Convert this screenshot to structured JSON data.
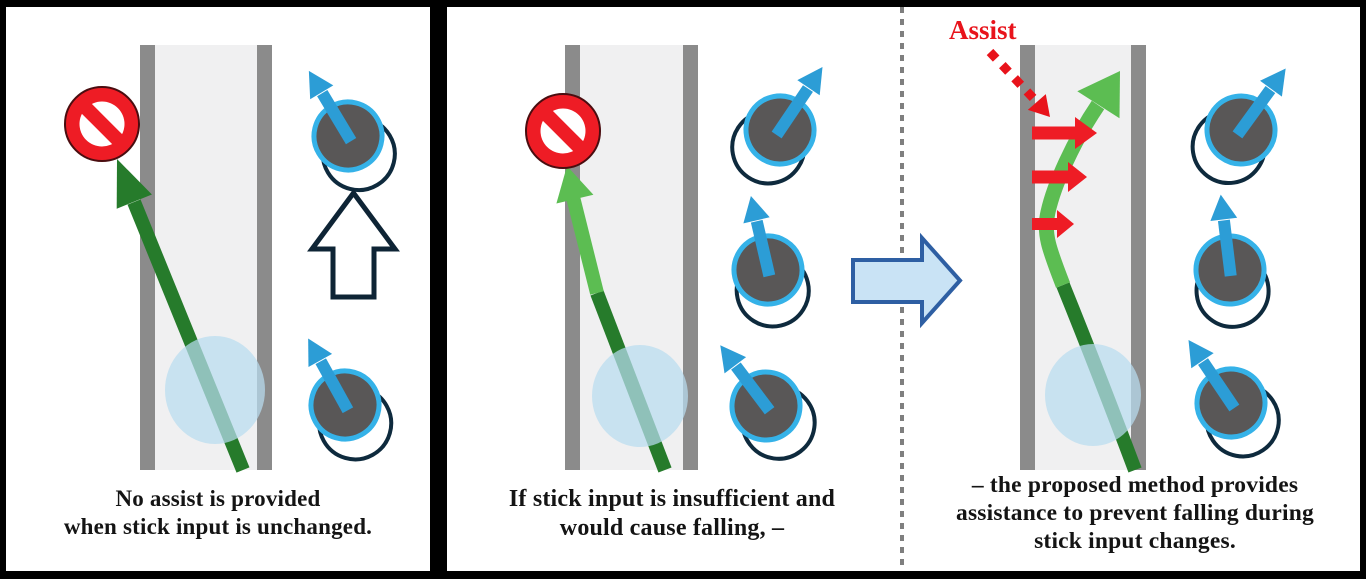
{
  "figure_type": "three-panel explanatory diagram of a stick-input assist method",
  "assist_label": "Assist",
  "panels": [
    {
      "name": "no-assist",
      "caption": "No assist is provided\nwhen stick input is unchanged.",
      "stick_inputs": [
        "up-left",
        "up-left"
      ],
      "symbols": [
        "no-entry-sign",
        "straight-dark-green-trajectory",
        "hollow-up-arrow",
        "footprint-ellipse"
      ]
    },
    {
      "name": "insufficient-input",
      "caption": "If stick input is insufficient and\nwould cause falling, –",
      "stick_inputs": [
        "up-left",
        "up",
        "up-right"
      ],
      "symbols": [
        "no-entry-sign",
        "curved-green-trajectory",
        "footprint-ellipse"
      ]
    },
    {
      "name": "proposed-method",
      "caption": "– the proposed method provides\nassistance to prevent falling during\nstick input changes.",
      "stick_inputs": [
        "up-left",
        "up",
        "up-right"
      ],
      "symbols": [
        "assist-dotted-arrow",
        "three-red-assist-force-arrows",
        "s-curved-green-trajectory",
        "footprint-ellipse"
      ]
    }
  ],
  "icons": {
    "no_entry": "red circle with white center and red diagonal slash",
    "joystick": "gray stick cap with cyan rim inside navy neutral ring, blue direction arrow",
    "hollow_up_arrow": "white block arrow with navy outline meaning unchanged over time",
    "transition_arrow": "large light-blue right block arrow between scenarios",
    "divider": "vertical gray dotted line"
  },
  "colors": {
    "dark_green": "#267b2b",
    "light_green": "#5cbd52",
    "red": "#ee1c25",
    "assist_red": "#e8131b",
    "stick_blue": "#2c9dd6",
    "cap_rim_blue": "#35b2e8",
    "cap_gray": "#595757",
    "ring_navy": "#0e2a3d",
    "road_surface": "#f0f0f1",
    "road_edge": "#8b8b8b",
    "footprint_blue": "#b9dcf0",
    "big_arrow_fill": "#c9e3f5",
    "big_arrow_edge": "#2e5fa3",
    "divider_gray": "#7f7f7f",
    "frame_black": "#000000",
    "text": "#141414"
  }
}
